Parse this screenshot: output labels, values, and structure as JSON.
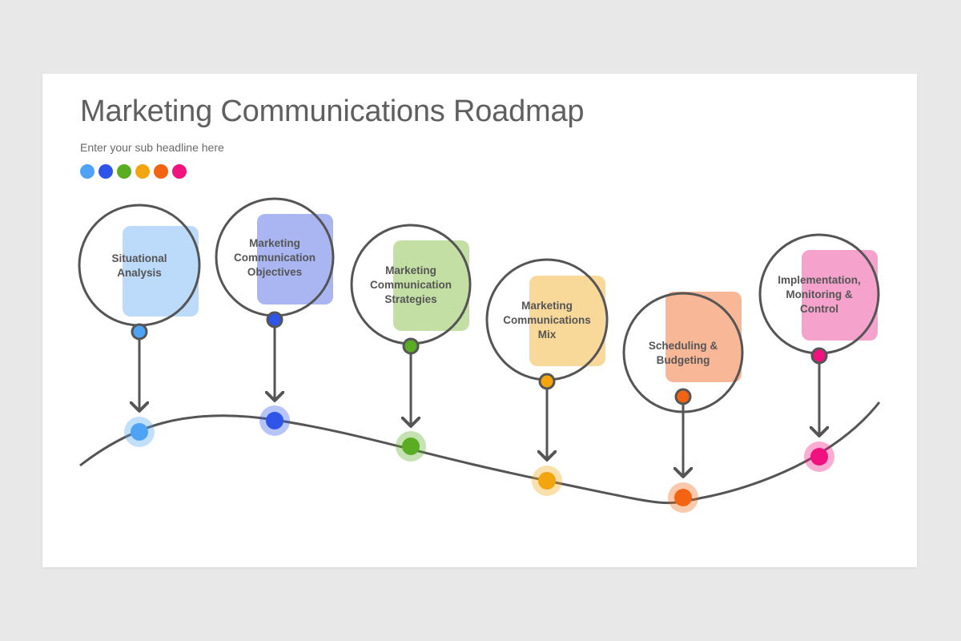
{
  "slide": {
    "title": "Marketing Communications Roadmap",
    "subtitle": "Enter your sub headline here"
  },
  "palette": [
    "#4fa3f5",
    "#2f55e8",
    "#5aac23",
    "#f2a50d",
    "#f26411",
    "#f0127e"
  ],
  "steps": [
    {
      "lines": [
        "Situational",
        "Analysis"
      ],
      "color": "#4fa3f5",
      "fill": "#bcdaf9"
    },
    {
      "lines": [
        "Marketing",
        "Communication",
        "Objectives"
      ],
      "color": "#2f55e8",
      "fill": "#a9b6f1"
    },
    {
      "lines": [
        "Marketing",
        "Communication",
        "Strategies"
      ],
      "color": "#5aac23",
      "fill": "#c4dfa4"
    },
    {
      "lines": [
        "Marketing",
        "Communications",
        "Mix"
      ],
      "color": "#f2a50d",
      "fill": "#f8d999"
    },
    {
      "lines": [
        "Scheduling  &",
        "Budgeting"
      ],
      "color": "#f26411",
      "fill": "#f8b797"
    },
    {
      "lines": [
        "Implementation,",
        "Monitoring  &",
        "Control"
      ],
      "color": "#f0127e",
      "fill": "#f5a3cc"
    }
  ]
}
